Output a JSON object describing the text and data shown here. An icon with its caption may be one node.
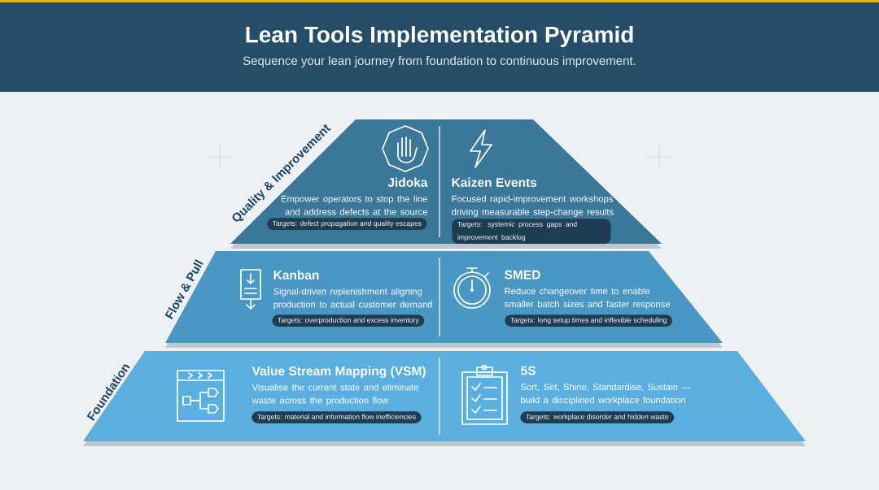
{
  "diagram": {
    "title": "Lean Tools Implementation Pyramid",
    "caption": "Sequence your lean journey from foundation to continuous improvement.",
    "nodes": [
      {
        "text": [
          "Quality & Improvement"
        ]
      },
      {
        "text": [
          "Jidoka",
          "Empower operators to stop the line and address defects at the source"
        ],
        "in": 0
      },
      {
        "text": [
          "Targets: defect propagation and quality escapes"
        ],
        "in": 0
      },
      {
        "text": [
          "Kaizen Events",
          "Focused rapid-improvement workshops driving measurable step-change results"
        ],
        "in": 0
      },
      {
        "text": [
          "Targets: systemic process gaps and improvement backlog"
        ],
        "in": 0
      },
      {
        "text": [
          "Flow & Pull"
        ]
      },
      {
        "text": [
          "Kanban",
          "Signal-driven replenishment aligning production to actual customer demand"
        ],
        "in": 5
      },
      {
        "text": [
          "Targets: overproduction and excess inventory"
        ],
        "in": 5
      },
      {
        "text": [
          "SMED",
          "Reduce changeover time to enable smaller batch sizes and faster response"
        ],
        "in": 5
      },
      {
        "text": [
          "Targets: long setup times and inflexible scheduling"
        ],
        "in": 5
      },
      {
        "text": [
          "Foundation"
        ]
      },
      {
        "text": [
          "Value Stream Mapping (VSM)",
          "Visualise the current state and eliminate waste across the production flow"
        ],
        "in": 10
      },
      {
        "text": [
          "Targets: material and information flow inefficiencies"
        ],
        "in": 10
      },
      {
        "text": [
          "5S",
          "Sort, Set, Shine, Standardise, Sustain — build a disciplined workplace foundation"
        ],
        "in": 10
      },
      {
        "text": [
          "Targets: workplace disorder and hidden waste"
        ],
        "in": 10
      }
    ],
    "edges": []
  }
}
